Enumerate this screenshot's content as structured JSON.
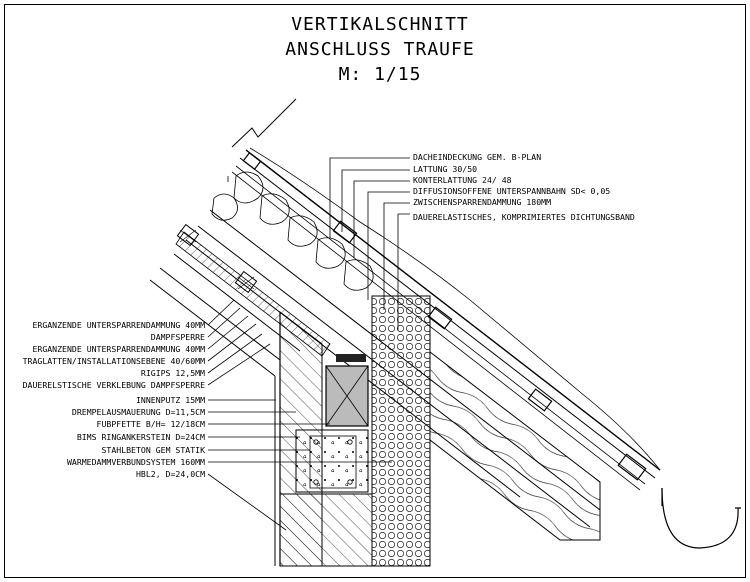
{
  "title": {
    "line1": "VERTIKALSCHNITT",
    "line2": "ANSCHLUSS TRAUFE",
    "line3": "M: 1/15"
  },
  "labels_right": [
    "DACHEINDECKUNG GEM. B-PLAN",
    "LATTUNG 30/50",
    "KONTERLATTUNG 24/ 48",
    "DIFFUSIONSOFFENE UNTERSPANNBAHN SD< 0,05",
    "ZWISCHENSPARRENDAMMUNG 180MM",
    "DAUERELASTISCHES, KOMPRIMIERTES DICHTUNGSBAND"
  ],
  "labels_left": [
    "ERGANZENDE UNTERSPARRENDAMMUNG 40MM",
    "DAMPFSPERRE",
    "ERGANZENDE UNTERSPARRENDAMMUNG 40MM",
    "TRAGLATTEN/INSTALLATIONSEBENE 40/60MM",
    "RIGIPS 12,5MM",
    "DAUERELSTISCHE VERKLEBUNG DAMPFSPERRE",
    "INNENPUTZ 15MM",
    "DREMPELAUSMAUERUNG D=11,5CM",
    "FUBPFETTE B/H= 12/18CM",
    "BIMS RINGANKERSTEIN D=24CM",
    "STAHLBETON GEM STATIK",
    "WARMEDAMMVERBUNDSYSTEM 160MM",
    "HBL2, D=24,0CM"
  ]
}
